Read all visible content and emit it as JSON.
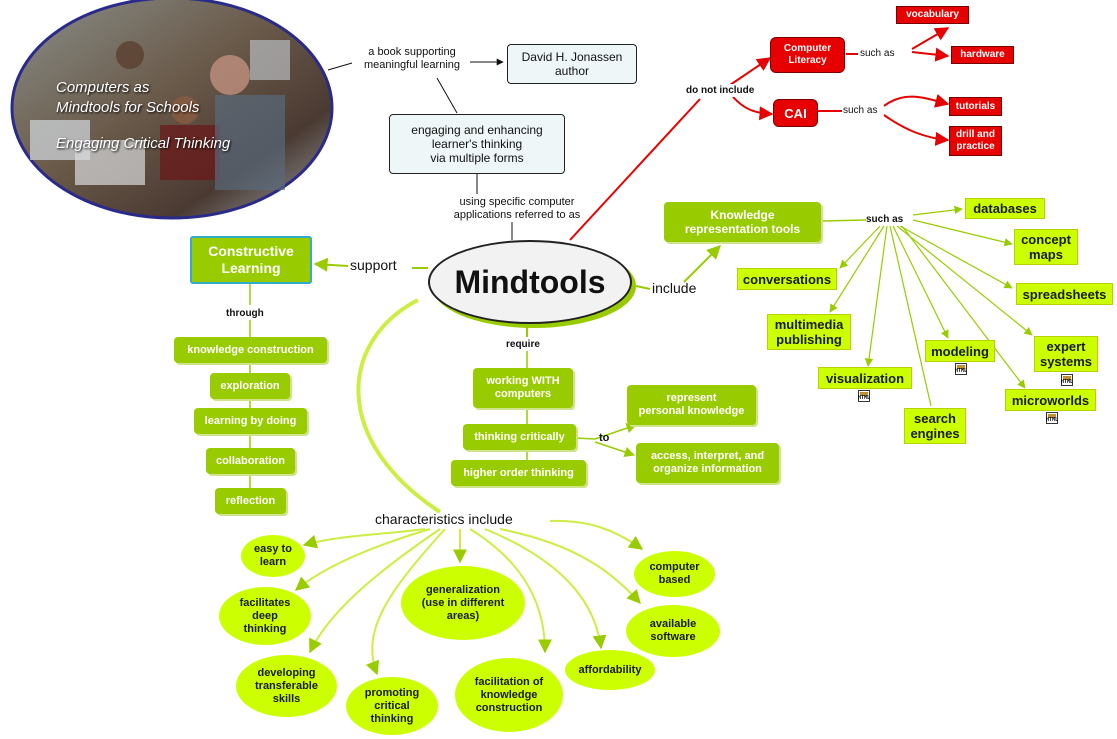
{
  "photo": {
    "line1": "Computers as",
    "line2": "Mindtools for Schools",
    "line3": "Engaging Critical Thinking"
  },
  "center": "Mindtools",
  "jonassen": {
    "line1": "David H. Jonassen",
    "line2": "author"
  },
  "book_label": {
    "line1": "a book supporting",
    "line2": "meaningful learning"
  },
  "engaging": {
    "line1": "engaging and enhancing",
    "line2": "learner's thinking",
    "line3": "via multiple forms"
  },
  "using_label": {
    "line1": "using specific computer",
    "line2": "applications referred to as"
  },
  "labels": {
    "support": "support",
    "through": "through",
    "include": "include",
    "require": "require",
    "to": "to",
    "characteristics": "characteristics include",
    "do_not_include": "do not include",
    "such_as": "such as",
    "such_as_kr": "such as"
  },
  "constructive": {
    "line1": "Constructive",
    "line2": "Learning"
  },
  "through_items": [
    "knowledge construction",
    "exploration",
    "learning by doing",
    "collaboration",
    "reflection"
  ],
  "require_items": [
    {
      "line1": "working WITH",
      "line2": "computers"
    },
    {
      "line1": "thinking critically",
      "line2": ""
    },
    {
      "line1": "higher order thinking",
      "line2": ""
    }
  ],
  "to_items": [
    {
      "line1": "represent",
      "line2": "personal knowledge"
    },
    {
      "line1": "access, interpret, and",
      "line2": "organize information"
    }
  ],
  "kr": {
    "line1": "Knowledge",
    "line2": "representation tools"
  },
  "kr_items": [
    "databases",
    "concept maps",
    "spreadsheets",
    "conversations",
    "multimedia publishing",
    "modeling",
    "expert systems",
    "visualization",
    "search engines",
    "microworlds"
  ],
  "not_include": {
    "computer_literacy": {
      "line1": "Computer",
      "line2": "Literacy"
    },
    "cai": "CAI",
    "cl_items": [
      "vocabulary",
      "hardware"
    ],
    "cai_items": [
      "tutorials",
      "drill and practice"
    ]
  },
  "characteristics": [
    "easy to learn",
    "facilitates deep thinking",
    "developing transferable skills",
    "promoting critical thinking",
    "generalization (use in different areas)",
    "facilitation of knowledge construction",
    "affordability",
    "available software",
    "computer based"
  ],
  "colors": {
    "lime": "#99cc00",
    "yellow_green": "#ccff00",
    "red": "#e60000",
    "line_green": "#99cc00",
    "line_red": "#e60000"
  }
}
